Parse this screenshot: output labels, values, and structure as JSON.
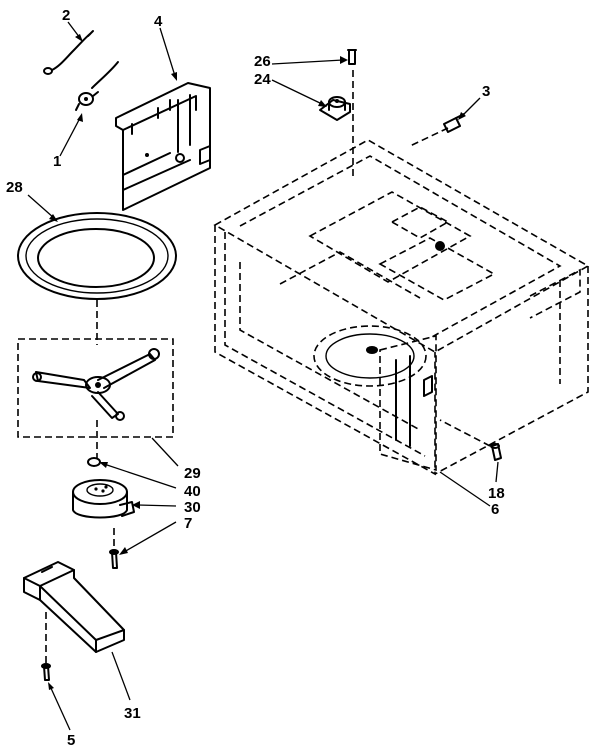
{
  "callouts": {
    "c1": "1",
    "c2": "2",
    "c3": "3",
    "c4": "4",
    "c5": "5",
    "c6": "6",
    "c7": "7",
    "c18": "18",
    "c24": "24",
    "c26": "26",
    "c28": "28",
    "c29": "29",
    "c30": "30",
    "c31": "31",
    "c40": "40"
  },
  "colors": {
    "ink": "#000000",
    "paper": "#ffffff"
  }
}
